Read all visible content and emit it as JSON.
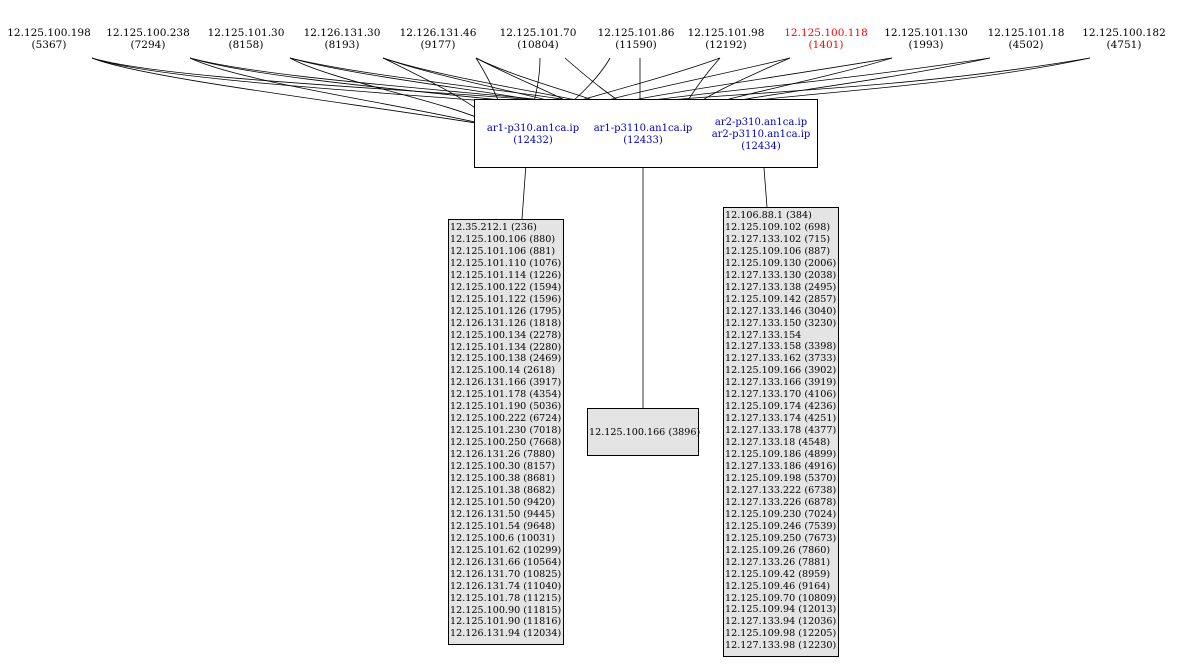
{
  "colors": {
    "router_text": "#0000c0",
    "alert_text": "#ff0000",
    "box_fill": "#e4e4e4",
    "line": "#000000"
  },
  "top_nodes": [
    {
      "ip": "12.125.100.198",
      "id": "(5367)",
      "alert": false
    },
    {
      "ip": "12.125.100.238",
      "id": "(7294)",
      "alert": false
    },
    {
      "ip": "12.125.101.30",
      "id": "(8158)",
      "alert": false
    },
    {
      "ip": "12.126.131.30",
      "id": "(8193)",
      "alert": false
    },
    {
      "ip": "12.126.131.46",
      "id": "(9177)",
      "alert": false
    },
    {
      "ip": "12.125.101.70",
      "id": "(10804)",
      "alert": false
    },
    {
      "ip": "12.125.101.86",
      "id": "(11590)",
      "alert": false
    },
    {
      "ip": "12.125.101.98",
      "id": "(12192)",
      "alert": false
    },
    {
      "ip": "12.125.100.118",
      "id": "(1401)",
      "alert": true
    },
    {
      "ip": "12.125.101.130",
      "id": "(1993)",
      "alert": false
    },
    {
      "ip": "12.125.101.18",
      "id": "(4502)",
      "alert": false
    },
    {
      "ip": "12.125.100.182",
      "id": "(4751)",
      "alert": false
    }
  ],
  "routers": [
    {
      "lines": [
        "ar1-p310.an1ca.ip",
        "(12432)"
      ]
    },
    {
      "lines": [
        "ar1-p3110.an1ca.ip",
        "(12433)"
      ]
    },
    {
      "lines": [
        "ar2-p310.an1ca.ip",
        "ar2-p3110.an1ca.ip",
        "(12434)"
      ]
    }
  ],
  "left_list": [
    "12.35.212.1 (236)",
    "12.125.100.106 (880)",
    "12.125.101.106 (881)",
    "12.125.101.110 (1076)",
    "12.125.101.114 (1226)",
    "12.125.100.122 (1594)",
    "12.125.101.122 (1596)",
    "12.125.101.126 (1795)",
    "12.126.131.126 (1818)",
    "12.125.100.134 (2278)",
    "12.125.101.134 (2280)",
    "12.125.100.138 (2469)",
    "12.125.100.14 (2618)",
    "12.126.131.166 (3917)",
    "12.125.101.178 (4354)",
    "12.125.101.190 (5036)",
    "12.125.100.222 (6724)",
    "12.125.101.230 (7018)",
    "12.125.100.250 (7668)",
    "12.126.131.26 (7880)",
    "12.125.100.30 (8157)",
    "12.125.100.38 (8681)",
    "12.125.101.38 (8682)",
    "12.125.101.50 (9420)",
    "12.126.131.50 (9445)",
    "12.125.101.54 (9648)",
    "12.125.100.6 (10031)",
    "12.125.101.62 (10299)",
    "12.126.131.66 (10564)",
    "12.126.131.70 (10825)",
    "12.126.131.74 (11040)",
    "12.125.101.78 (11215)",
    "12.125.100.90 (11815)",
    "12.125.101.90 (11816)",
    "12.126.131.94 (12034)"
  ],
  "middle_item": "12.125.100.166 (3896)",
  "right_list": [
    "12.106.88.1 (384)",
    "12.125.109.102 (698)",
    "12.127.133.102 (715)",
    "12.125.109.106 (887)",
    "12.125.109.130 (2006)",
    "12.127.133.130 (2038)",
    "12.127.133.138 (2495)",
    "12.125.109.142 (2857)",
    "12.127.133.146 (3040)",
    "12.127.133.150 (3230)",
    "12.127.133.154",
    "12.127.133.158 (3398)",
    "12.127.133.162 (3733)",
    "12.125.109.166 (3902)",
    "12.127.133.166 (3919)",
    "12.127.133.170 (4106)",
    "12.125.109.174 (4236)",
    "12.127.133.174 (4251)",
    "12.127.133.178 (4377)",
    "12.127.133.18 (4548)",
    "12.125.109.186 (4899)",
    "12.127.133.186 (4916)",
    "12.125.109.198 (5370)",
    "12.127.133.222 (6738)",
    "12.127.133.226 (6878)",
    "12.125.109.230 (7024)",
    "12.125.109.246 (7539)",
    "12.125.109.250 (7673)",
    "12.125.109.26 (7860)",
    "12.127.133.26 (7881)",
    "12.125.109.42 (8959)",
    "12.125.109.46 (9164)",
    "12.125.109.70 (10809)",
    "12.125.109.94 (12013)",
    "12.127.133.94 (12036)",
    "12.125.109.98 (12205)",
    "12.127.133.98 (12230)"
  ]
}
